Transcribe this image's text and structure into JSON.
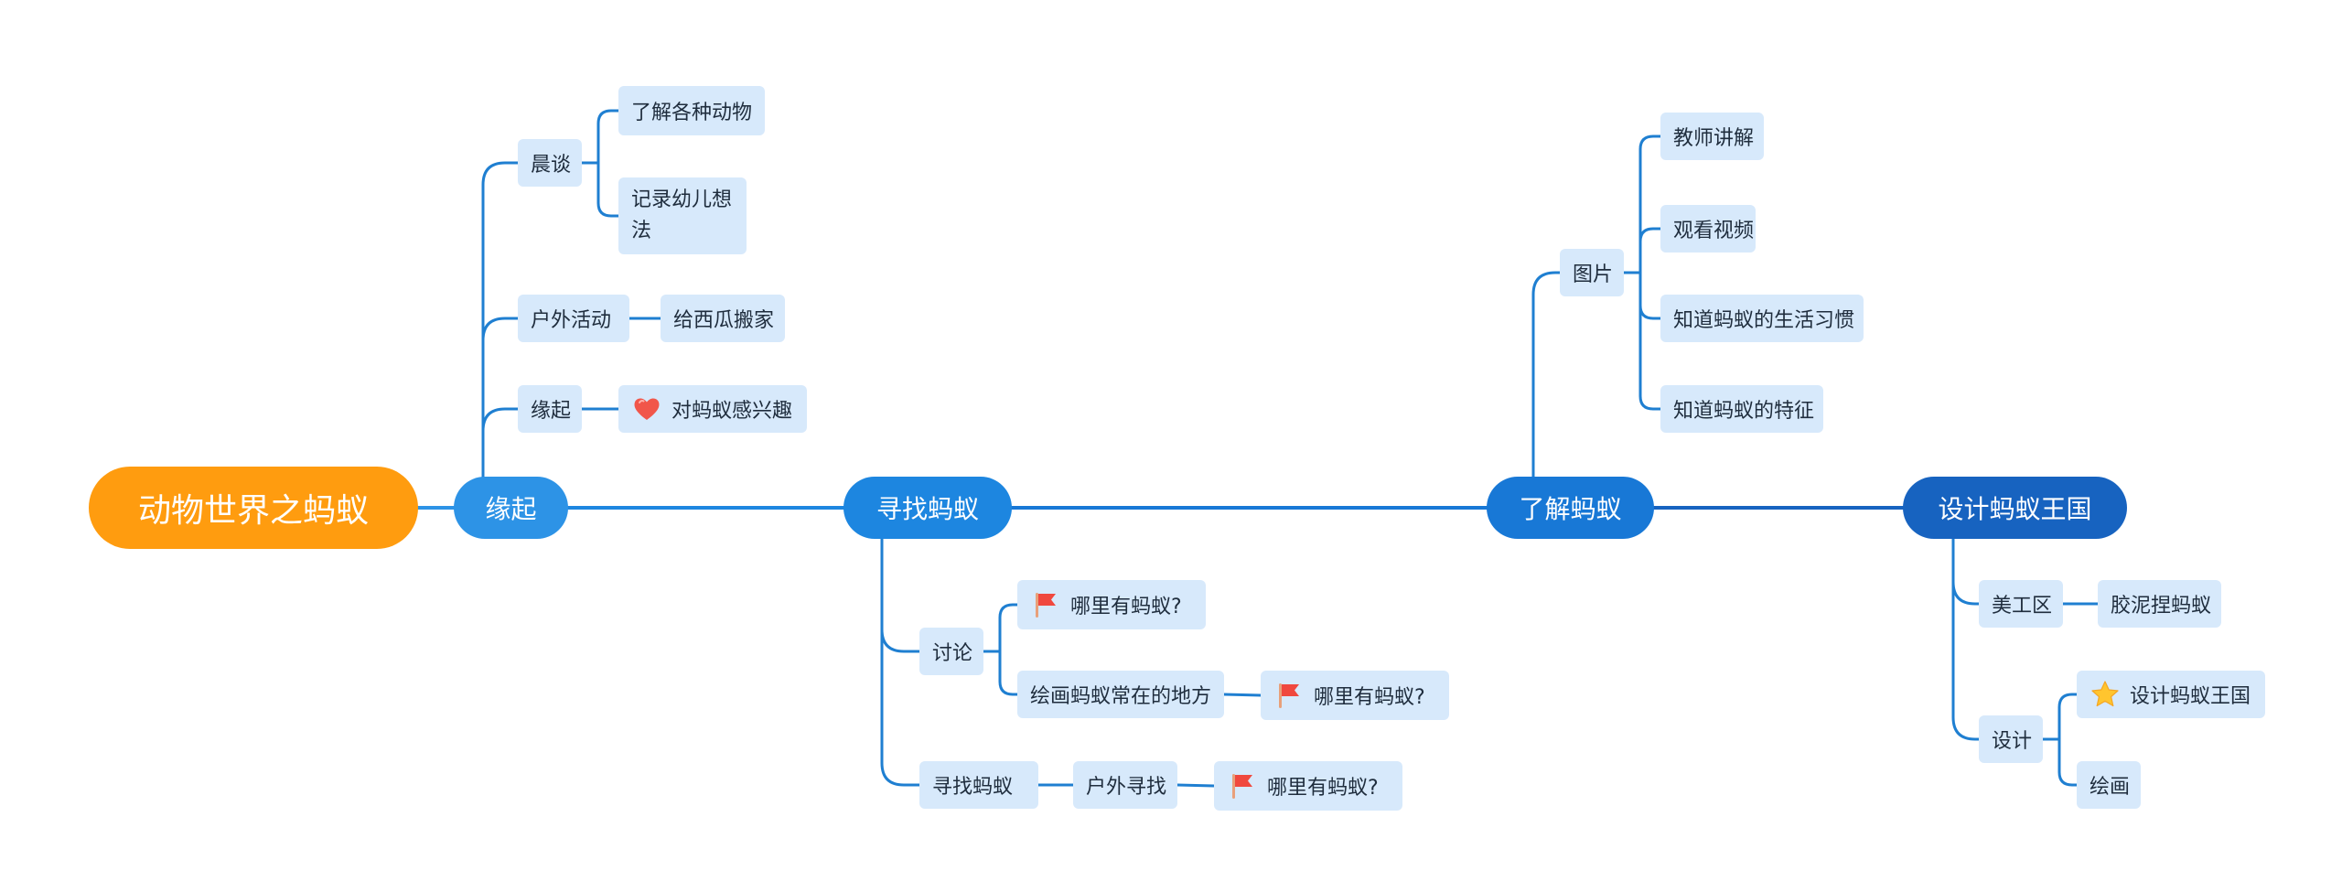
{
  "colors": {
    "root": "#ff9c0f",
    "branch_1": "#2d93e6",
    "branch_2": "#1d86e0",
    "branch_3": "#1878d6",
    "branch_4": "#1763c0",
    "leaf": "#d7e9fb",
    "line": "#1f7fd1"
  },
  "root": {
    "label": "动物世界之蚂蚁"
  },
  "branches": [
    {
      "label": "缘起",
      "children": [
        {
          "label": "晨谈",
          "children": [
            {
              "label": "了解各种动物"
            },
            {
              "label": "记录幼儿想法"
            }
          ]
        },
        {
          "label": "户外活动",
          "children": [
            {
              "label": "给西瓜搬家"
            }
          ]
        },
        {
          "label": "缘起",
          "children": [
            {
              "label": "对蚂蚁感兴趣",
              "icon": "heart-icon"
            }
          ]
        }
      ]
    },
    {
      "label": "寻找蚂蚁",
      "children": [
        {
          "label": "讨论",
          "children": [
            {
              "label": "哪里有蚂蚁?",
              "icon": "flag-icon"
            },
            {
              "label": "绘画蚂蚁常在的地方",
              "children": [
                {
                  "label": "哪里有蚂蚁?",
                  "icon": "flag-icon"
                }
              ]
            }
          ]
        },
        {
          "label": "寻找蚂蚁",
          "children": [
            {
              "label": "户外寻找",
              "children": [
                {
                  "label": "哪里有蚂蚁?",
                  "icon": "flag-icon"
                }
              ]
            }
          ]
        }
      ]
    },
    {
      "label": "了解蚂蚁",
      "children": [
        {
          "label": "图片",
          "children": [
            {
              "label": "教师讲解"
            },
            {
              "label": "观看视频"
            },
            {
              "label": "知道蚂蚁的生活习惯"
            },
            {
              "label": "知道蚂蚁的特征"
            }
          ]
        }
      ]
    },
    {
      "label": "设计蚂蚁王国",
      "children": [
        {
          "label": "美工区",
          "children": [
            {
              "label": "胶泥捏蚂蚁"
            }
          ]
        },
        {
          "label": "设计",
          "children": [
            {
              "label": "设计蚂蚁王国",
              "icon": "star-icon"
            },
            {
              "label": "绘画"
            }
          ]
        }
      ]
    }
  ]
}
